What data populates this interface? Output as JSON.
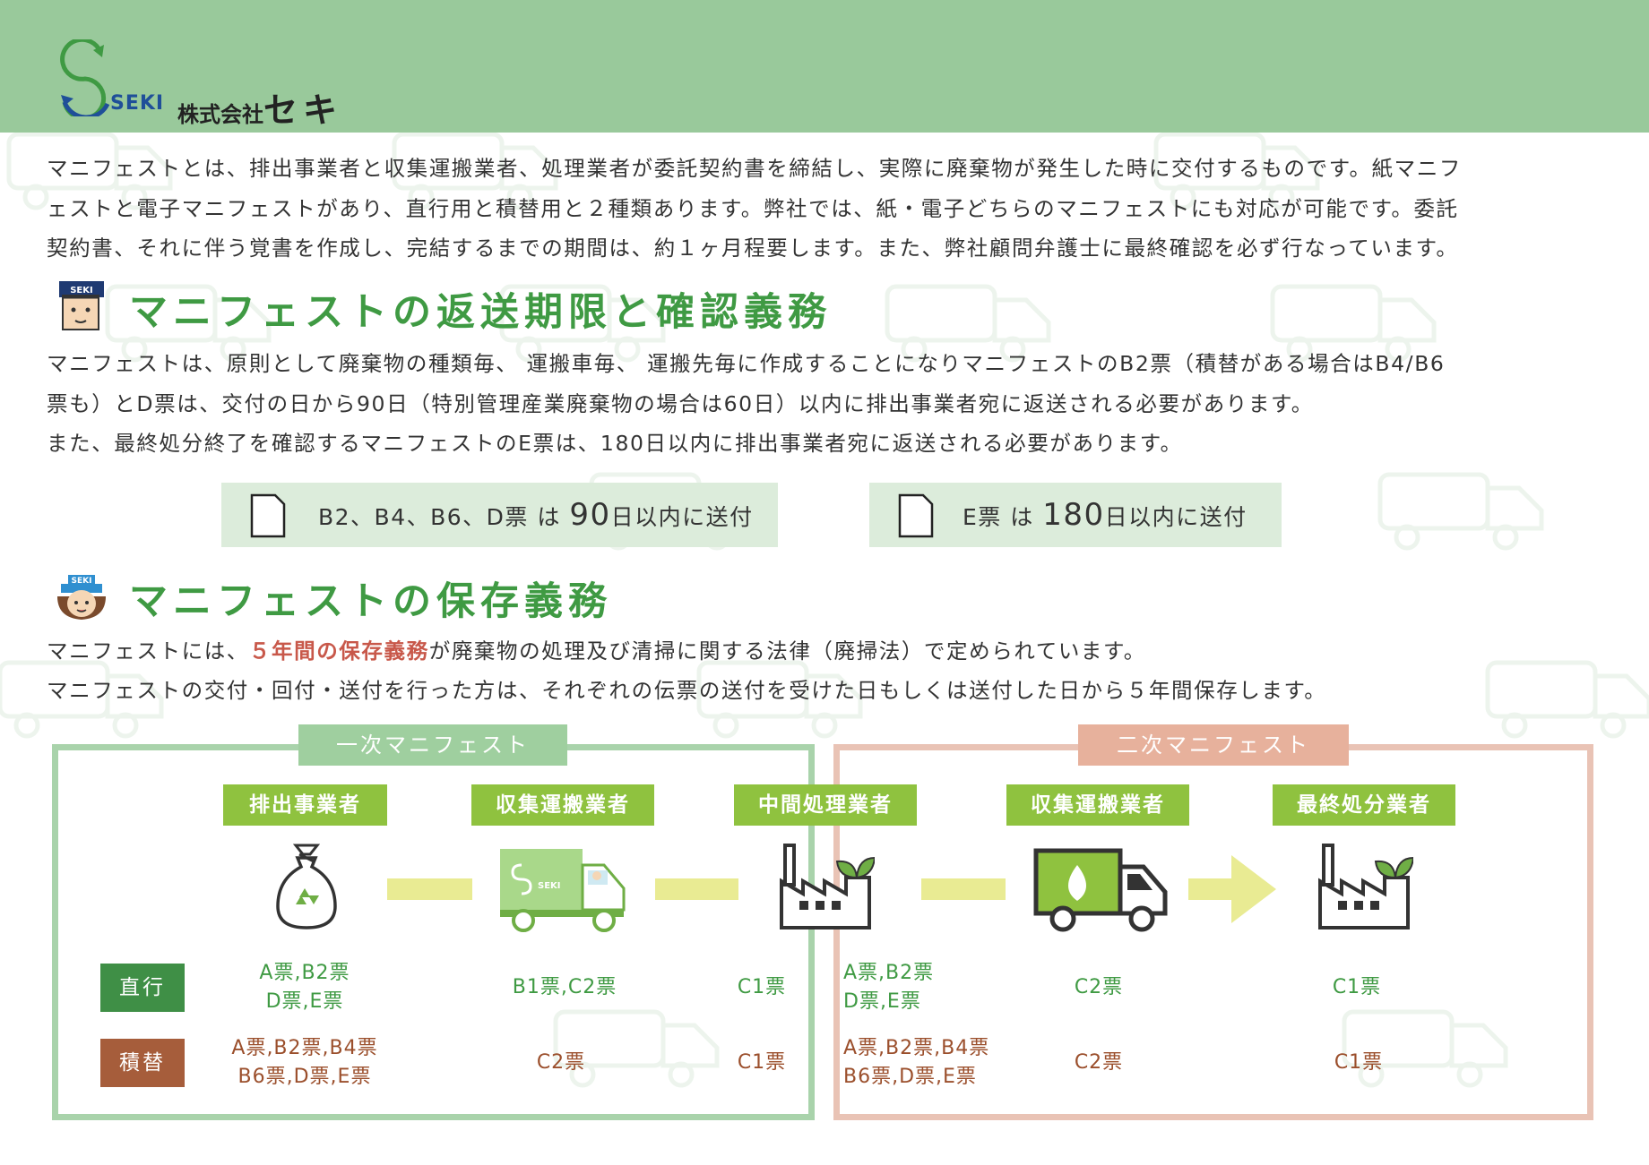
{
  "header": {
    "logo_text": "SEKI",
    "company_prefix": "株式会社",
    "company_name": "セキ"
  },
  "intro": {
    "text": "マニフェストとは、排出事業者と収集運搬業者、処理業者が委託契約書を締結し、実際に廃棄物が発生した時に交付するものです。紙マニフ\nェストと電子マニフェストがあり、直行用と積替用と２種類あります。弊社では、紙・電子どちらのマニフェストにも対応が可能です。委託\n契約書、それに伴う覚書を作成し、完結するまでの期間は、約１ヶ月程要します。また、弊社顧問弁護士に最終確認を必ず行なっています。"
  },
  "section1": {
    "title": "マニフェストの返送期限と確認義務",
    "mascot_badge": "SEKI",
    "body": "マニフェストは、原則として廃棄物の種類毎、 運搬車毎、 運搬先毎に作成することになりマニフェストのB2票（積替がある場合はB4/B6\n票も）とD票は、交付の日から90日（特別管理産業廃棄物の場合は60日）以内に排出事業者宛に返送される必要があります。\nまた、最終処分終了を確認するマニフェストのE票は、180日以内に排出事業者宛に返送される必要があります。",
    "tags": [
      {
        "prefix": "B2、B4、B6、D票 は ",
        "number": "90",
        "suffix": "日以内に送付"
      },
      {
        "prefix": "E票 は ",
        "number": "180",
        "suffix": "日以内に送付"
      }
    ]
  },
  "section2": {
    "title": "マニフェストの保存義務",
    "mascot_badge": "SEKI",
    "line1_before": "マニフェストには、",
    "line1_highlight": "５年間の保存義務",
    "line1_after": "が廃棄物の処理及び清掃に関する法律（廃掃法）で定められています。",
    "line2": "マニフェストの交付・回付・送付を行った方は、それぞれの伝票の送付を受けた日もしくは送付した日から５年間保存します。"
  },
  "flow": {
    "primary_label": "一次マニフェスト",
    "secondary_label": "二次マニフェスト",
    "stages": [
      "排出事業者",
      "収集運搬業者",
      "中間処理業者",
      "収集運搬業者",
      "最終処分業者"
    ],
    "truck_logo": "SEKI",
    "rows": [
      {
        "label": "直行",
        "color": "#3f8f46",
        "cells": [
          "A票,B2票\nD票,E票",
          "B1票,C2票",
          "C1票",
          "A票,B2票\nD票,E票",
          "C2票",
          "C1票"
        ]
      },
      {
        "label": "積替",
        "color": "#a65d3b",
        "cells": [
          "A票,B2票,B4票\nB6票,D票,E票",
          "C2票",
          "C1票",
          "A票,B2票,B4票\nB6票,D票,E票",
          "C2票",
          "C1票"
        ]
      }
    ],
    "colors": {
      "primary_box": "#a9d3ab",
      "secondary_box": "#e9c3b5",
      "primary_label_bg": "#9fcf9f",
      "secondary_label_bg": "#e7b19c",
      "stage_label_bg": "#8fc23f",
      "connector": "#e9eb93"
    }
  }
}
